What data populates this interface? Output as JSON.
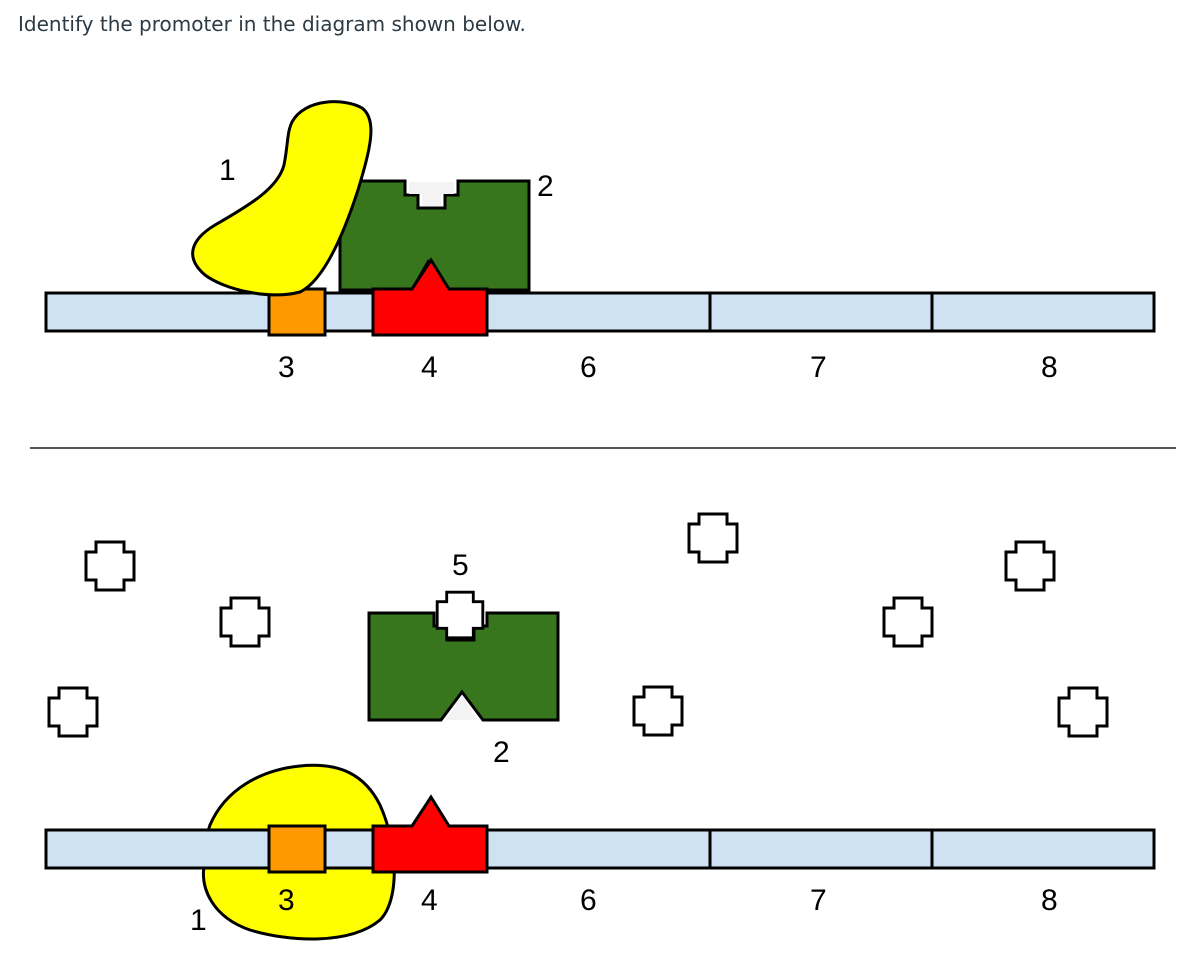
{
  "question": {
    "text": "Identify the promoter in the diagram shown below."
  },
  "diagram": {
    "top_panel": {
      "labels": {
        "l1": "1",
        "l2": "2",
        "l3": "3",
        "l4": "4",
        "l6": "6",
        "l7": "7",
        "l8": "8"
      }
    },
    "bottom_panel": {
      "labels": {
        "l1": "1",
        "l2": "2",
        "l3": "3",
        "l4": "4",
        "l5": "5",
        "l6": "6",
        "l7": "7",
        "l8": "8"
      }
    },
    "colors": {
      "dna": "#cfe2f3",
      "operator_orange": "#ff9900",
      "red_element": "#ff0000",
      "repressor_green": "#38761d",
      "polymerase_yellow": "#ffff00"
    }
  }
}
